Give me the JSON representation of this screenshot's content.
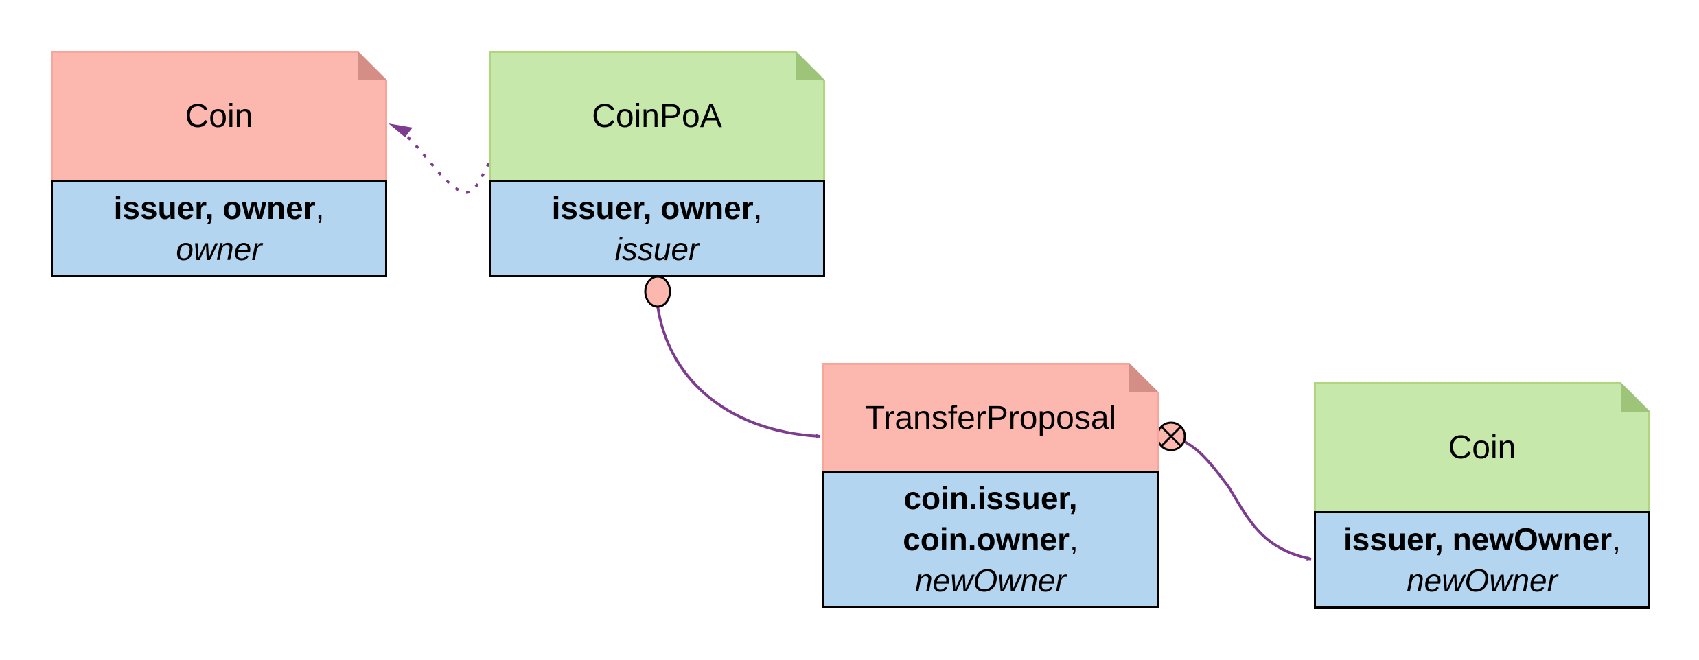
{
  "nodes": {
    "coin_left": {
      "title": "Coin",
      "line1_bold": "issuer, owner",
      "line1_suffix": ",",
      "line2_italic": "owner"
    },
    "coinpoa": {
      "title": "CoinPoA",
      "line1_bold": "issuer, owner",
      "line1_suffix": ",",
      "line2_italic": "issuer"
    },
    "transfer_proposal": {
      "title": "TransferProposal",
      "line1_bold": "coin.issuer,",
      "line2_bold": "coin.owner",
      "line2_suffix": ",",
      "line3_italic": "newOwner"
    },
    "coin_right": {
      "title": "Coin",
      "line1_bold": "issuer, newOwner",
      "line1_suffix": ",",
      "line2_italic": "newOwner"
    }
  },
  "colors": {
    "header_red": "#fcb7ae",
    "header_green": "#c6e8aa",
    "body_blue": "#b3d5f0",
    "arrow_purple": "#7d3c8e"
  }
}
